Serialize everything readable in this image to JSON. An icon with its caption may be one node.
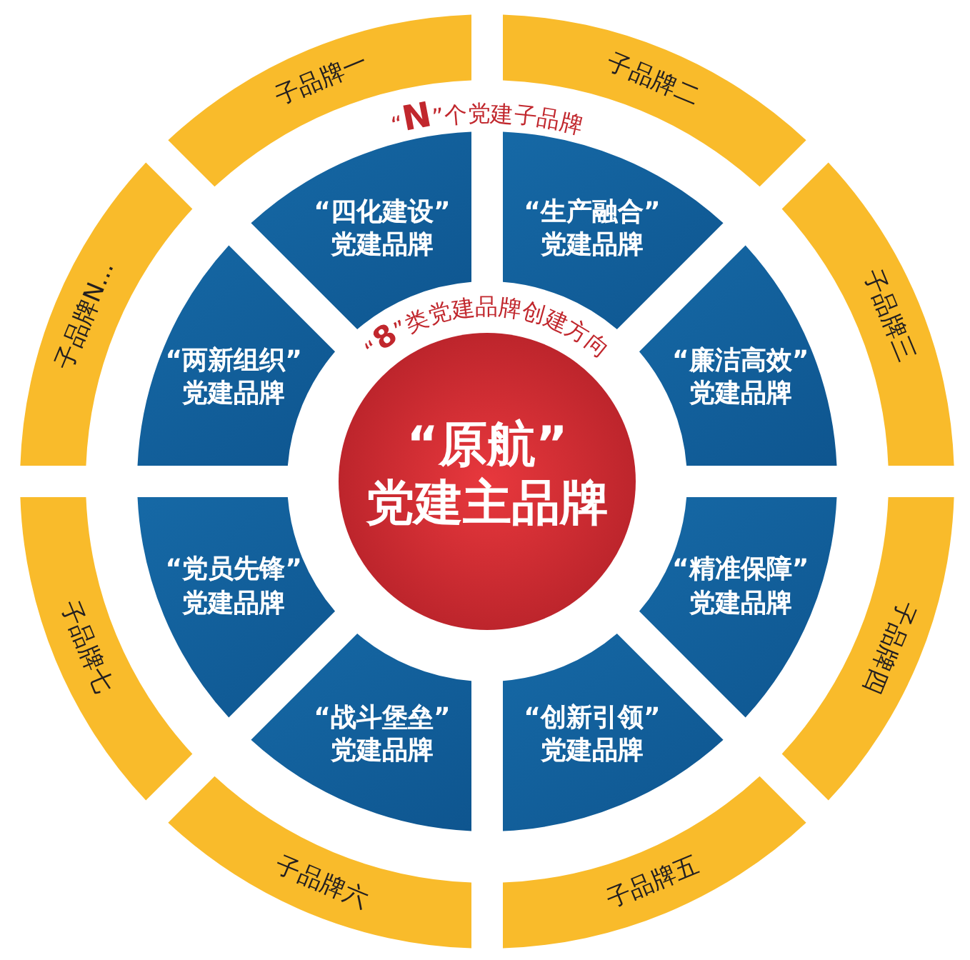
{
  "diagram": {
    "nodes": [
      {
        "text": [
          "“原航”党建主品牌"
        ]
      },
      {
        "text": [
          "“四化建设”党建品牌"
        ]
      },
      {
        "text": [
          "“生产融合”党建品牌"
        ]
      },
      {
        "text": [
          "“廉洁高效”党建品牌"
        ]
      },
      {
        "text": [
          "“精准保障”党建品牌"
        ]
      },
      {
        "text": [
          "“创新引领”党建品牌"
        ]
      },
      {
        "text": [
          "“战斗堡垒”党建品牌"
        ]
      },
      {
        "text": [
          "“党员先锋”党建品牌"
        ]
      },
      {
        "text": [
          "“两新组织”党建品牌"
        ]
      },
      {
        "text": [
          "子品牌一"
        ]
      },
      {
        "text": [
          "子品牌二"
        ]
      },
      {
        "text": [
          "子品牌三"
        ]
      },
      {
        "text": [
          "子品牌四"
        ]
      },
      {
        "text": [
          "子品牌五"
        ]
      },
      {
        "text": [
          "子品牌六"
        ]
      },
      {
        "text": [
          "子品牌七"
        ]
      },
      {
        "text": [
          "子品牌N..."
        ]
      }
    ],
    "labels": [
      "“**N**”个党建子品牌",
      "“**8**”类党建品牌创建方向"
    ]
  }
}
